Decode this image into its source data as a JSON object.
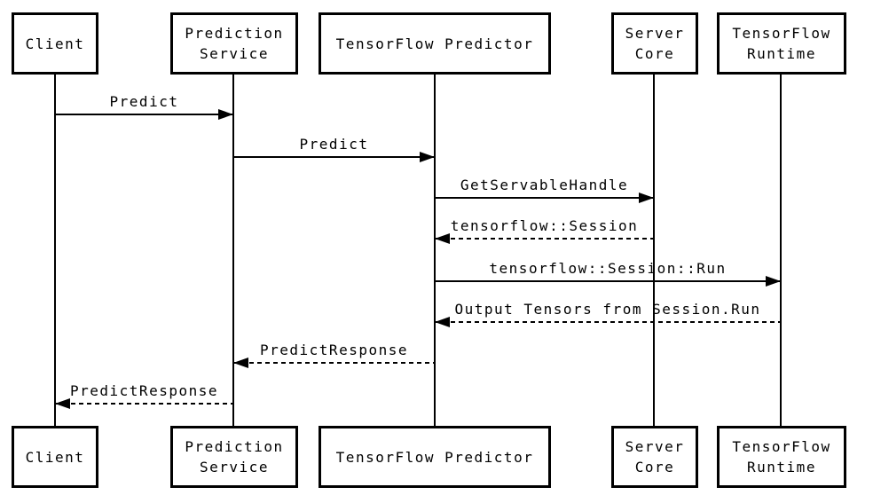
{
  "diagram": {
    "type": "uml-sequence-diagram",
    "colors": {
      "background": "#ffffff",
      "line": "#000000",
      "text": "#000000"
    },
    "actors": [
      {
        "id": "client",
        "label": "Client"
      },
      {
        "id": "prediction-service",
        "label": "Prediction\nService"
      },
      {
        "id": "tensorflow-predictor",
        "label": "TensorFlow Predictor"
      },
      {
        "id": "server-core",
        "label": "Server\nCore"
      },
      {
        "id": "tensorflow-runtime",
        "label": "TensorFlow\nRuntime"
      }
    ],
    "messages": [
      {
        "label": "Predict",
        "from": "client",
        "to": "prediction-service",
        "style": "solid"
      },
      {
        "label": "Predict",
        "from": "prediction-service",
        "to": "tensorflow-predictor",
        "style": "solid"
      },
      {
        "label": "GetServableHandle",
        "from": "tensorflow-predictor",
        "to": "server-core",
        "style": "solid"
      },
      {
        "label": "tensorflow::Session",
        "from": "server-core",
        "to": "tensorflow-predictor",
        "style": "dashed"
      },
      {
        "label": "tensorflow::Session::Run",
        "from": "tensorflow-predictor",
        "to": "tensorflow-runtime",
        "style": "solid"
      },
      {
        "label": "Output Tensors from Session.Run",
        "from": "tensorflow-runtime",
        "to": "tensorflow-predictor",
        "style": "dashed"
      },
      {
        "label": "PredictResponse",
        "from": "tensorflow-predictor",
        "to": "prediction-service",
        "style": "dashed"
      },
      {
        "label": "PredictResponse",
        "from": "prediction-service",
        "to": "client",
        "style": "dashed"
      }
    ]
  }
}
